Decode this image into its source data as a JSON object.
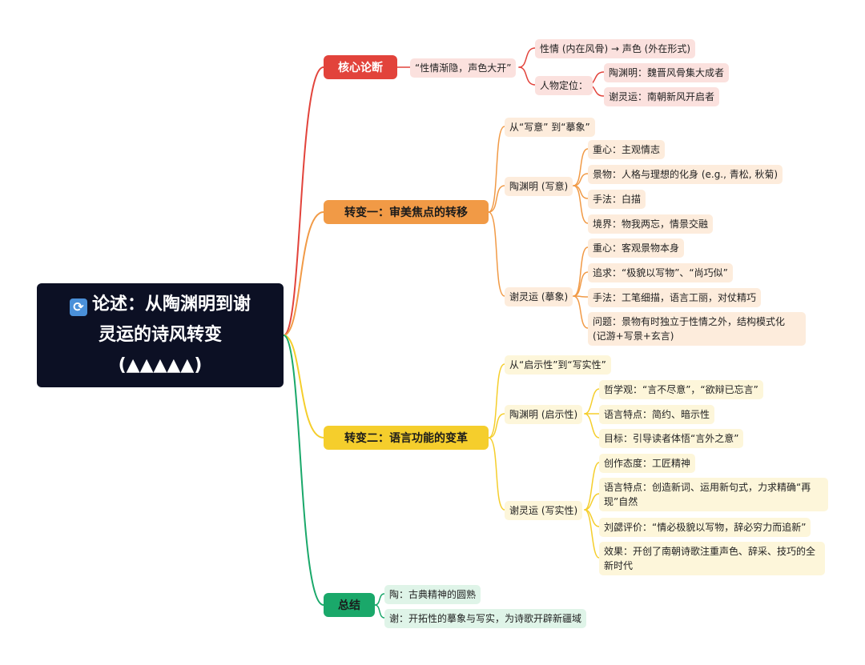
{
  "root": {
    "icon": "refresh-icon",
    "line1": "论述：从陶渊明到谢",
    "line2": "灵运的诗风转变",
    "line3": "(▲▲▲▲▲)"
  },
  "core": {
    "title": "核心论断",
    "thesis": "“性情渐隐，声色大开”",
    "shift": "性情 (内在风骨) → 声色 (外在形式)",
    "positioning": "人物定位：",
    "tao": "陶渊明：魏晋风骨集大成者",
    "xie": "谢灵运：南朝新风开启者"
  },
  "shift1": {
    "title": "转变一：审美焦点的转移",
    "from_to": "从“写意” 到“摹象”",
    "tao": {
      "label": "陶渊明 (写意)",
      "items": [
        "重心：主观情志",
        "景物：人格与理想的化身 (e.g., 青松, 秋菊)",
        "手法：白描",
        "境界：物我两忘，情景交融"
      ]
    },
    "xie": {
      "label": "谢灵运 (摹象)",
      "items": [
        "重心：客观景物本身",
        "追求：“极貌以写物”、“尚巧似”",
        "手法：工笔细描，语言工丽，对仗精巧",
        "问题：景物有时独立于性情之外，结构模式化 (记游+写景+玄言)"
      ]
    }
  },
  "shift2": {
    "title": "转变二：语言功能的变革",
    "from_to": "从“启示性”到“写实性”",
    "tao": {
      "label": "陶渊明 (启示性)",
      "items": [
        "哲学观：“言不尽意”，“欲辩已忘言”",
        "语言特点：简约、暗示性",
        "目标：引导读者体悟“言外之意”"
      ]
    },
    "xie": {
      "label": "谢灵运 (写实性)",
      "items": [
        "创作态度：工匠精神",
        "语言特点：创造新词、运用新句式，力求精确“再现”自然",
        "刘勰评价：“情必极貌以写物，辞必穷力而追新”",
        "效果：开创了南朝诗歌注重声色、辞采、技巧的全新时代"
      ]
    }
  },
  "summary": {
    "title": "总结",
    "items": [
      "陶：古典精神的圆熟",
      "谢：开拓性的摹象与写实，为诗歌开辟新疆域"
    ]
  },
  "colors": {
    "red": "#e2433b",
    "orange": "#f19a46",
    "yellow": "#f5ce2c",
    "green": "#1aa86a",
    "root_bg": "#0c1024"
  }
}
